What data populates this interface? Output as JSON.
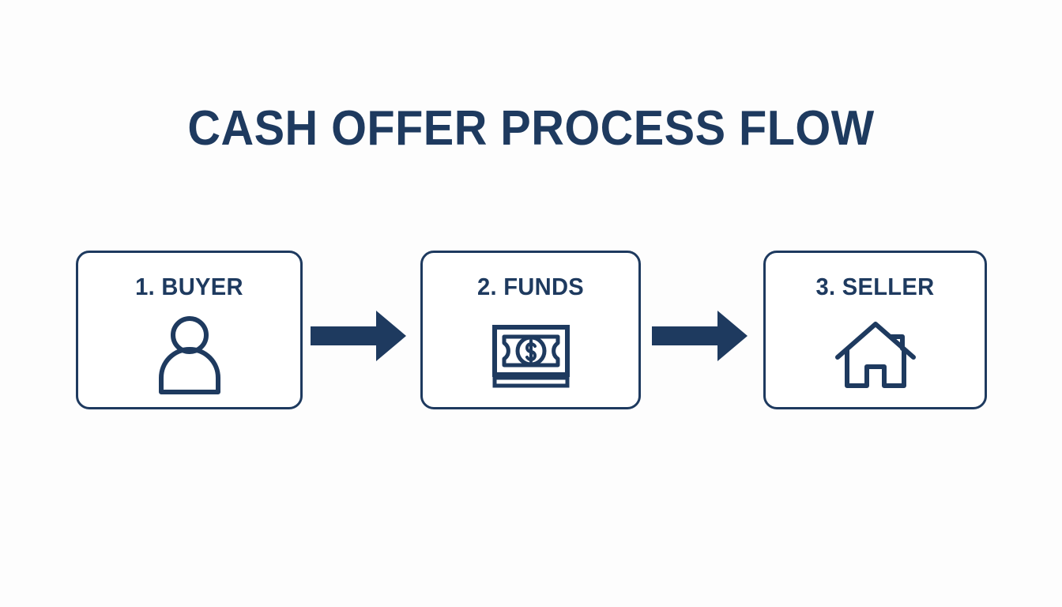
{
  "slide": {
    "title": "CASH OFFER PROCESS FLOW",
    "background_color": "#fdfdfd",
    "accent_color": "#1e3a5f"
  },
  "flow": {
    "steps": [
      {
        "label": "1. BUYER",
        "number": "1",
        "name": "BUYER",
        "icon": "person-icon"
      },
      {
        "label": "2. FUNDS",
        "number": "2",
        "name": "FUNDS",
        "icon": "banknote-icon"
      },
      {
        "label": "3. SELLER",
        "number": "3",
        "name": "SELLER",
        "icon": "house-icon"
      }
    ],
    "connectors": [
      {
        "icon": "arrow-right-icon"
      },
      {
        "icon": "arrow-right-icon"
      }
    ]
  }
}
